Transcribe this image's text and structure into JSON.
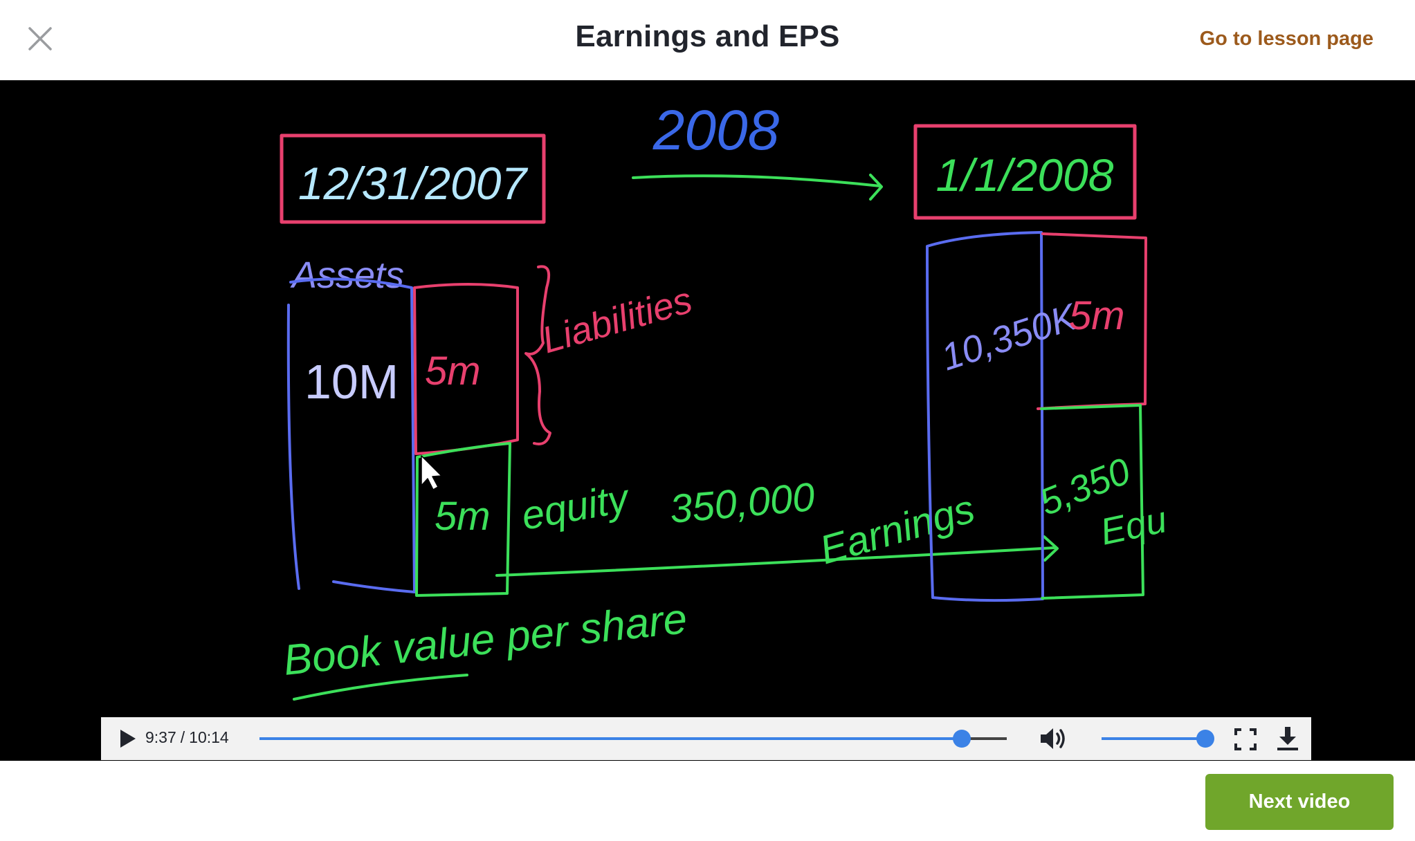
{
  "header": {
    "title": "Earnings and EPS",
    "lesson_link": "Go to lesson page"
  },
  "video": {
    "board_text": {
      "date_left": "12/31/2007",
      "year_label": "2008",
      "date_right": "1/1/2008",
      "assets_label": "Assets",
      "assets_value": "10M",
      "liabilities_label": "Liabilities",
      "liabilities_left": "5m",
      "equity_left": "5m",
      "equity_label": "equity",
      "earnings_value": "350,000",
      "earnings_label": "Earnings",
      "assets_right": "10,350K",
      "liabilities_right": "5m",
      "equity_right": "5,350",
      "equity_right_label": "Equ",
      "book_value_label": "Book value per share"
    },
    "progress": {
      "current": "9:37",
      "total": "10:14",
      "separator": "/",
      "fraction": 0.94
    },
    "volume": {
      "fraction": 1.0
    }
  },
  "footer": {
    "next_label": "Next video"
  },
  "colors": {
    "accent": "#3b82e6",
    "next_button": "#70a62b",
    "lesson_link": "#9c5a1c",
    "chalk_pink": "#e8406e",
    "chalk_blue": "#5a6cf0",
    "chalk_green": "#3ce05a"
  },
  "icons": [
    "close-icon",
    "play-icon",
    "volume-icon",
    "fullscreen-icon",
    "download-icon"
  ]
}
